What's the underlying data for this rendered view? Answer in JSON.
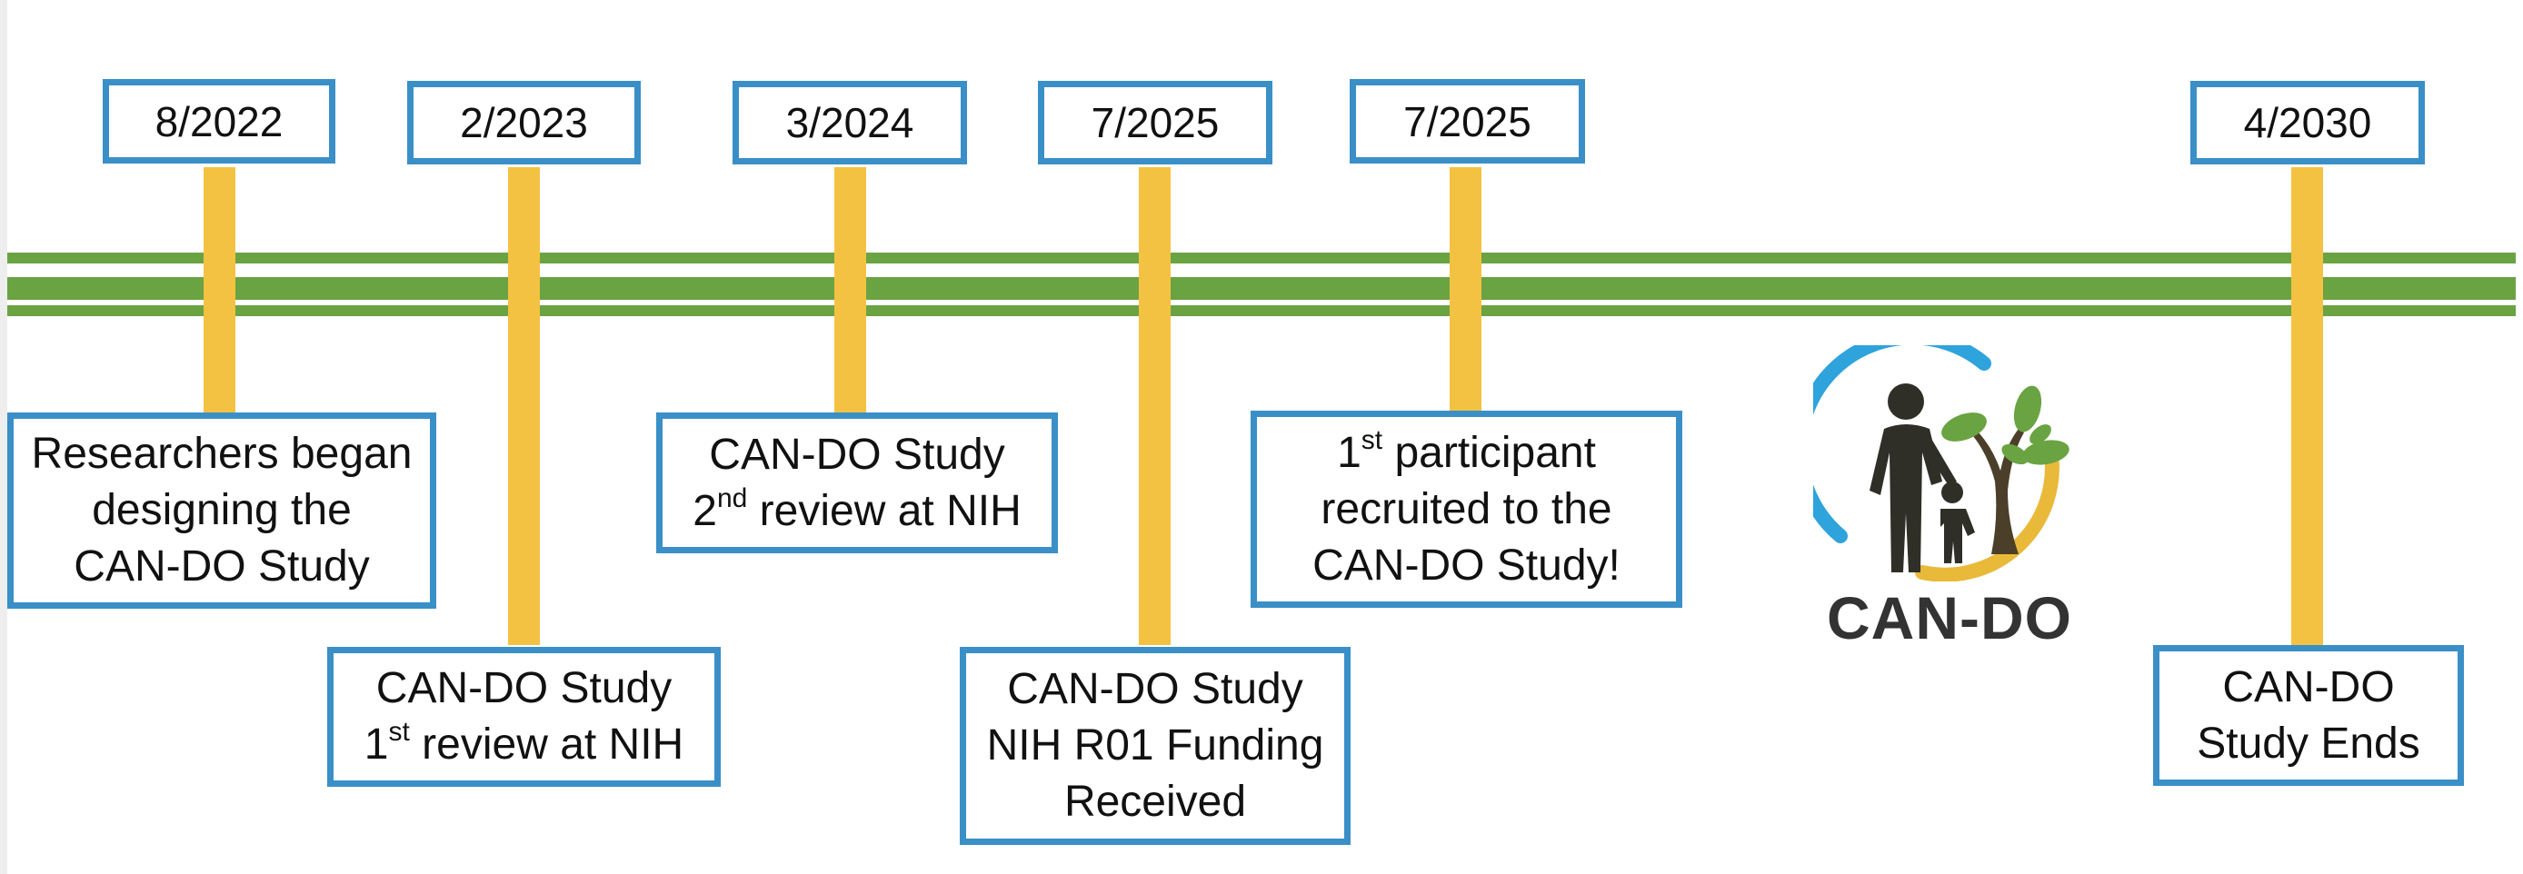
{
  "timeline": {
    "milestones": [
      {
        "date": "8/2022",
        "lines": [
          [
            "Researchers began"
          ],
          [
            "designing the"
          ],
          [
            "CAN-DO Study"
          ]
        ]
      },
      {
        "date": "2/2023",
        "lines": [
          [
            "CAN-DO Study"
          ],
          [
            "1",
            "st",
            " review at NIH"
          ]
        ]
      },
      {
        "date": "3/2024",
        "lines": [
          [
            "CAN-DO Study"
          ],
          [
            "2",
            "nd",
            " review at NIH"
          ]
        ]
      },
      {
        "date": "7/2025",
        "lines": [
          [
            "CAN-DO Study"
          ],
          [
            "NIH R01 Funding"
          ],
          [
            "Received"
          ]
        ]
      },
      {
        "date": "7/2025",
        "lines": [
          [
            "1",
            "st",
            " participant"
          ],
          [
            "recruited to the"
          ],
          [
            "CAN-DO Study!"
          ]
        ]
      },
      {
        "date": "4/2030",
        "lines": [
          [
            "CAN-DO"
          ],
          [
            "Study Ends"
          ]
        ]
      }
    ]
  },
  "logo": {
    "text": "CAN-DO"
  },
  "colors": {
    "box_border": "#3a8fc7",
    "stem": "#f4c242",
    "green_band": "#6aa342",
    "logo_blue": "#2ea3dc",
    "logo_yellow": "#e9b93a",
    "leaf_green": "#6aa342"
  }
}
